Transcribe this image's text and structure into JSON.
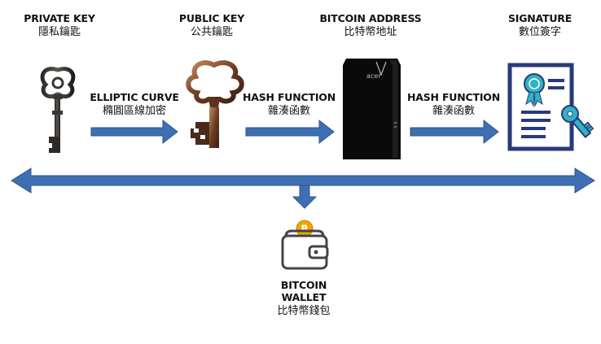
{
  "nodes": [
    {
      "id": "private_key",
      "en": "PRIVATE KEY",
      "zh": "隱私鑰匙",
      "icon": "antique-key-icon"
    },
    {
      "id": "public_key",
      "en": "PUBLIC KEY",
      "zh": "公共鑰匙",
      "icon": "bronze-key-icon"
    },
    {
      "id": "bitcoin_address",
      "en": "BITCOIN ADDRESS",
      "zh": "比特幣地址",
      "icon": "desktop-tower-icon"
    },
    {
      "id": "signature",
      "en": "SIGNATURE",
      "zh": "數位簽字",
      "icon": "certificate-icon"
    }
  ],
  "arrows": [
    {
      "en": "ELLIPTIC CURVE",
      "zh": "橢圓區線加密"
    },
    {
      "en": "HASH FUNCTION",
      "zh": "雜湊函數"
    },
    {
      "en": "HASH FUNCTION",
      "zh": "雜湊函數"
    }
  ],
  "wallet": {
    "en_line1": "BITCOIN",
    "en_line2": "WALLET",
    "zh": "比特幣錢包",
    "icon": "bitcoin-wallet-icon"
  },
  "computer_brand": "acer",
  "colors": {
    "arrow": "#3f6fb3",
    "arrow_stroke": "#2c5590",
    "icon_blue": "#283a7a",
    "icon_teal": "#2fb3c3",
    "coin": "#f0a500"
  }
}
